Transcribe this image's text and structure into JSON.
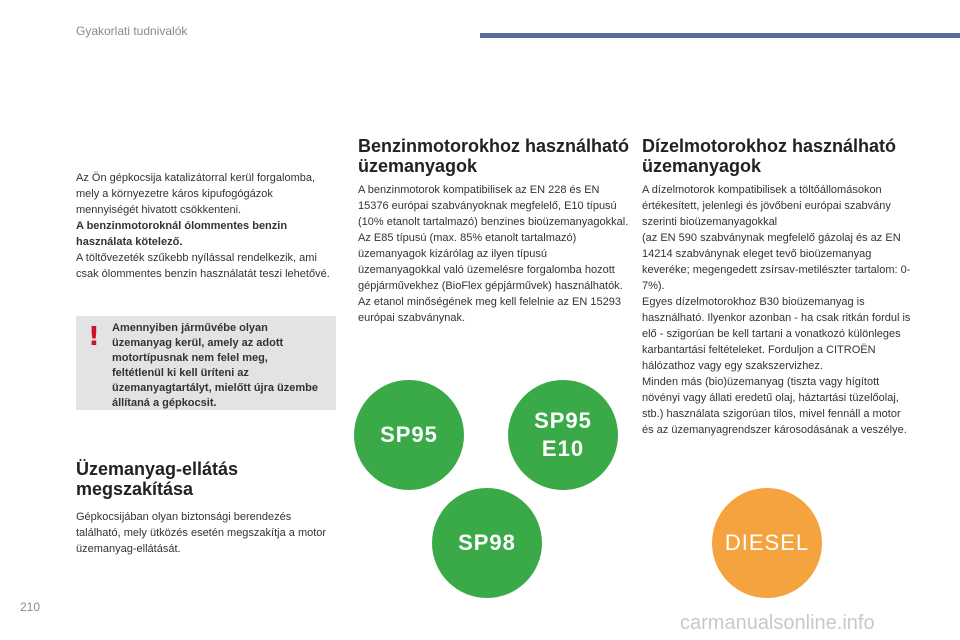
{
  "header": {
    "title": "Gyakorlati tudnivalók"
  },
  "intro": {
    "p1": "Az Ön gépkocsija katalizátorral kerül forgalomba, mely a környezetre káros kipufogógázok mennyiségét hivatott csökkenteni.",
    "p2": "A benzinmotoroknál ólommentes benzin használata kötelező.",
    "p3": "A töltővezeték szűkebb nyílással rendelkezik, ami csak ólommentes benzin használatát teszi lehetővé."
  },
  "warning": {
    "icon": "exclamation-icon",
    "symbol": "!",
    "color": "#d0102a",
    "text": "Amennyiben járművébe olyan üzemanyag kerül, amely az adott motortípusnak nem felel meg, feltétlenül ki kell üríteni az üzemanyagtartályt, mielőtt újra üzembe állítaná a gépkocsit."
  },
  "petrol": {
    "title": "Benzinmotorokhoz használható üzemanyagok",
    "body": "A benzinmotorok kompatibilisek az EN 228 és EN 15376 európai szabványoknak megfelelő, E10 típusú (10% etanolt tartalmazó) benzines bioüzemanyagokkal.\nAz E85 típusú (max. 85% etanolt tartalmazó) üzemanyagok kizárólag az ilyen típusú üzemanyagokkal való üzemelésre forgalomba hozott gépjárművekhez (BioFlex gépjárművek) használhatók. Az etanol minőségének meg kell felelnie az EN 15293 európai szabványnak."
  },
  "diesel": {
    "title": "Dízelmotorokhoz használható üzemanyagok",
    "body": "A dízelmotorok kompatibilisek a töltőállomásokon értékesített, jelenlegi és jövőbeni európai szabvány szerinti bioüzemanyagokkal\n(az EN 590 szabványnak megfelelő gázolaj és az EN 14214 szabványnak eleget tevő bioüzemanyag keveréke; megengedett zsírsav-metilészter tartalom: 0-7%).\nEgyes dízelmotorokhoz B30 bioüzemanyag is használható. Ilyenkor azonban - ha csak ritkán fordul is elő - szigorúan be kell tartani a vonatkozó különleges karbantartási feltételeket. Forduljon a CITROËN hálózathoz vagy egy szakszervizhez.\nMinden más (bio)üzemanyag (tiszta vagy hígított növényi vagy állati eredetű olaj, háztartási tüzelőolaj, stb.) használata szigorúan tilos, mivel fennáll a motor és az üzemanyagrendszer károsodásának a veszélye."
  },
  "supply": {
    "title": "Üzemanyag-ellátás megszakítása",
    "body": "Gépkocsijában olyan biztonsági berendezés található, mely ütközés esetén megszakítja a motor üzemanyag-ellátását."
  },
  "badges": {
    "green": "#3aaa48",
    "orange": "#f5a33e",
    "sp95": "SP95",
    "sp95e10_line1": "SP95",
    "sp95e10_line2": "E10",
    "sp98": "SP98",
    "diesel": "DIESEL"
  },
  "footer": {
    "page_number": "210",
    "watermark": "carmanualsonline.info"
  }
}
